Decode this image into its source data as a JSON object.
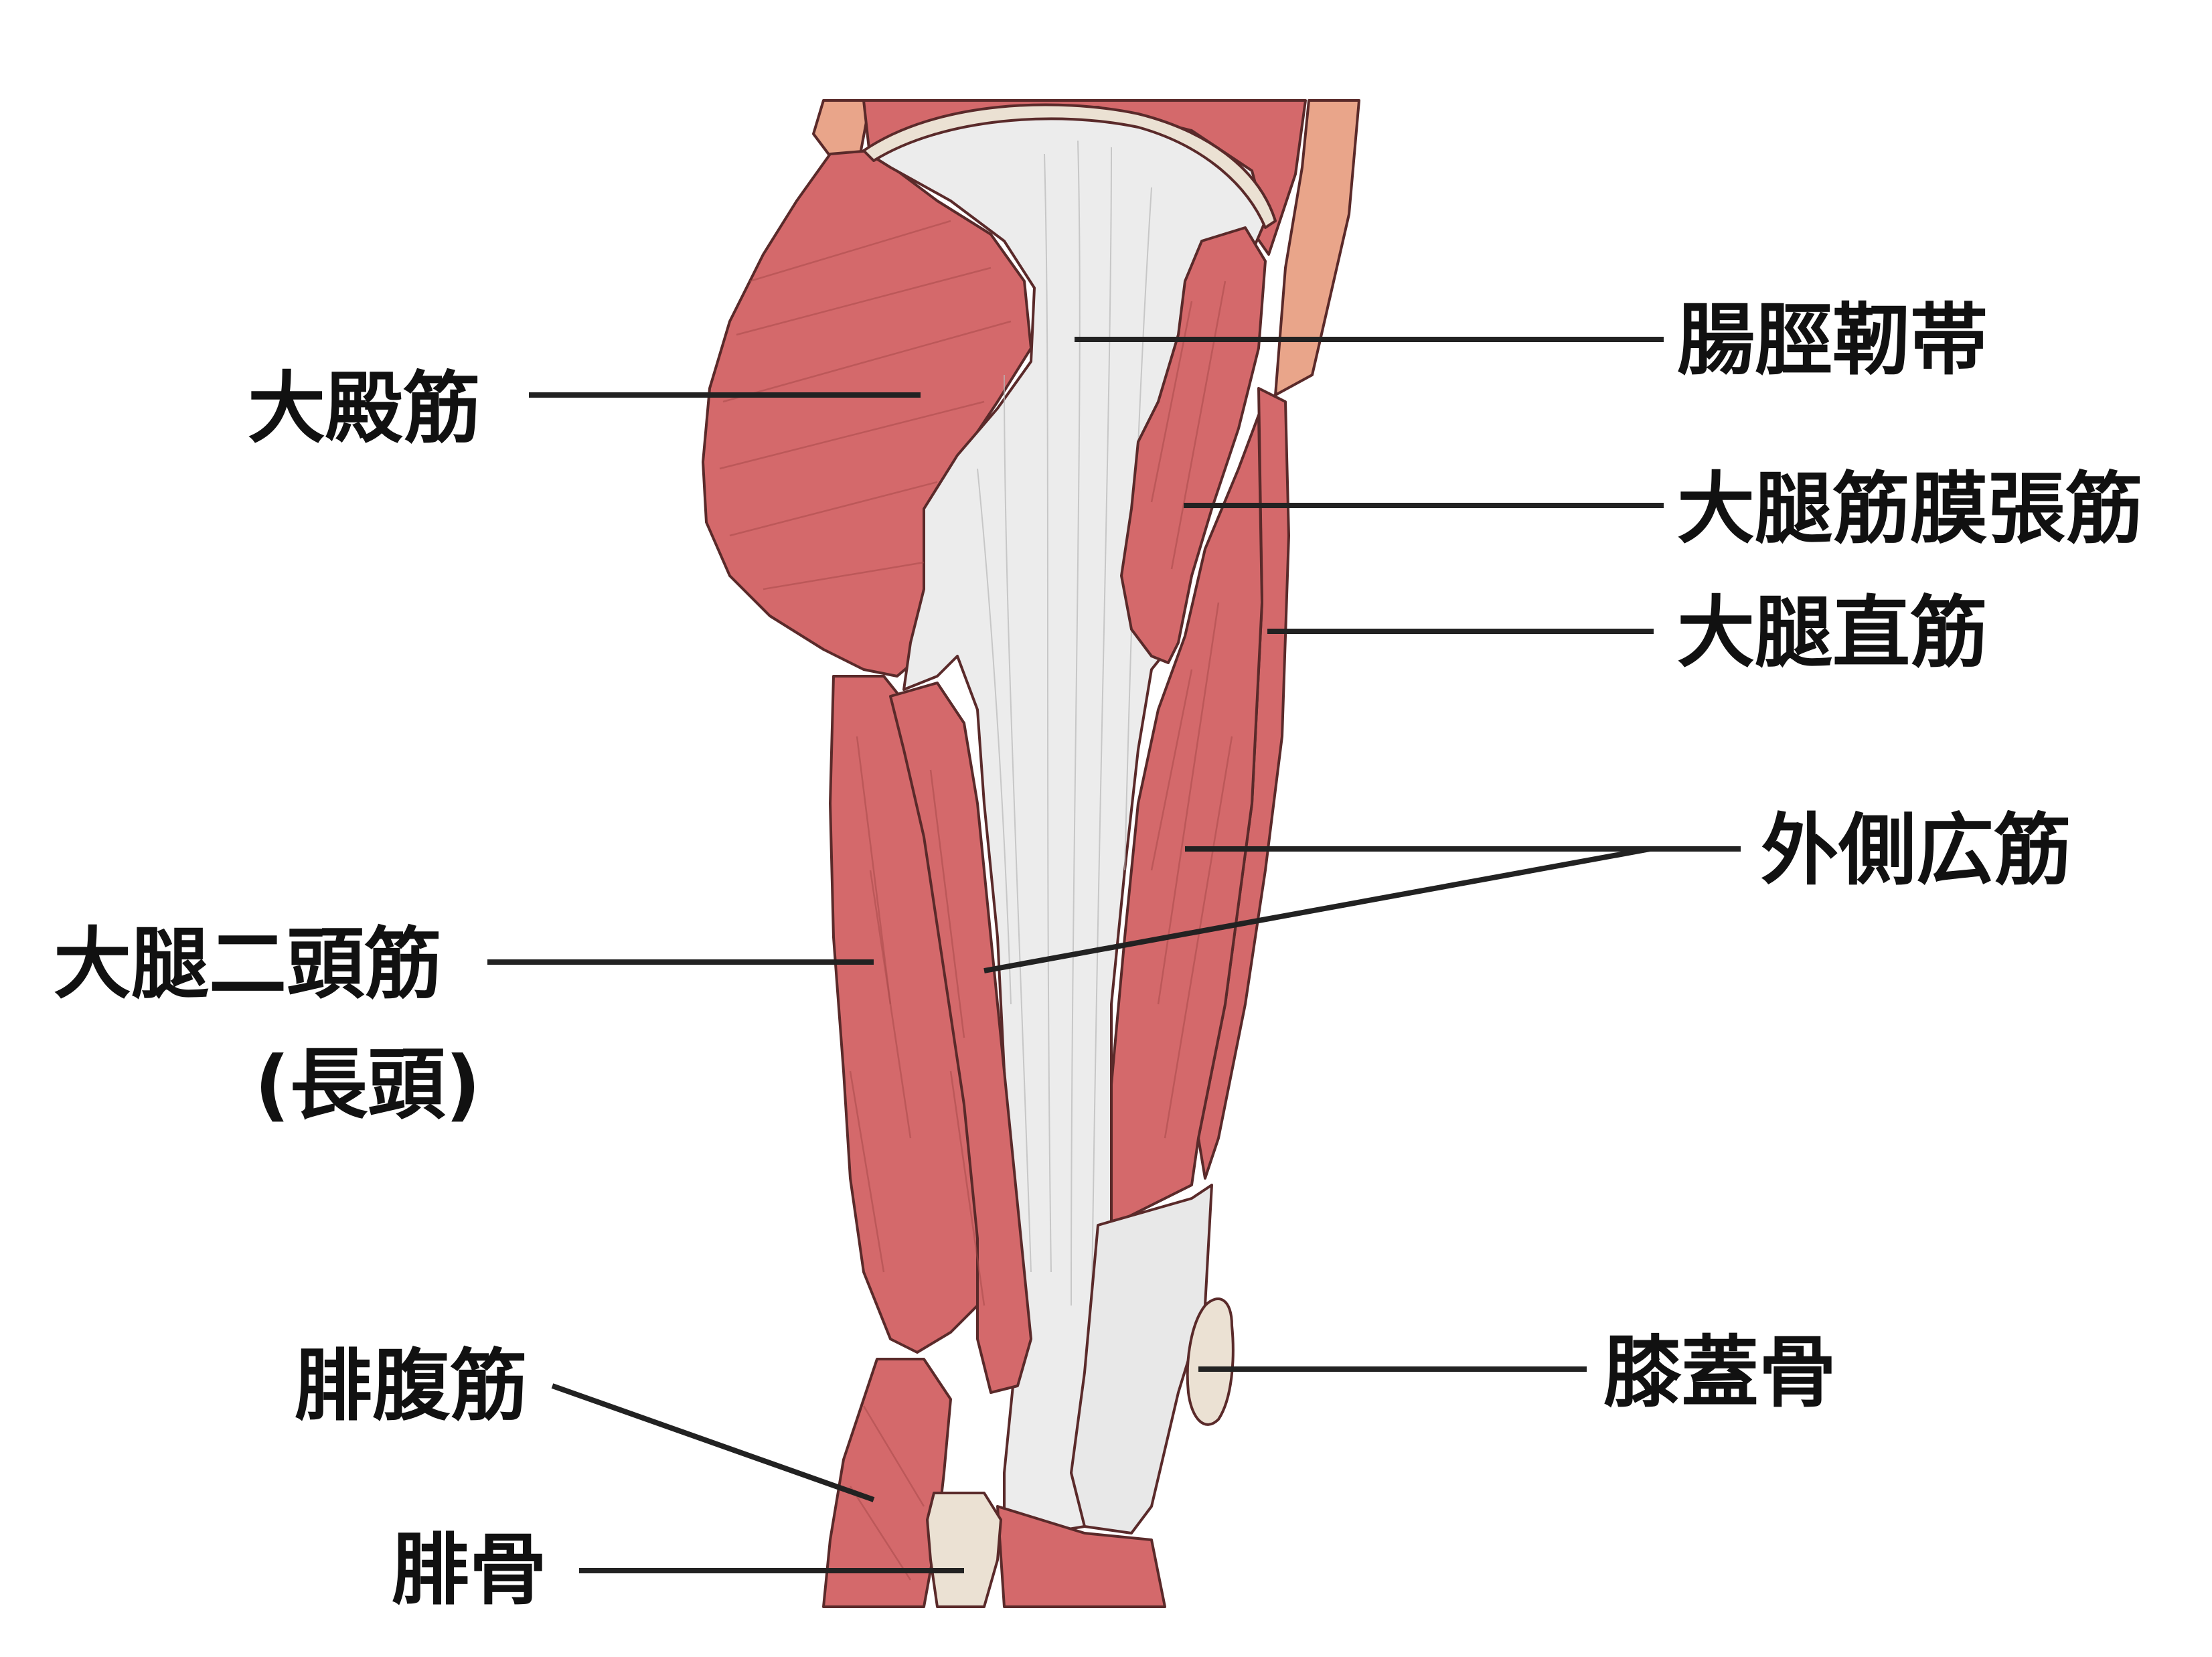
{
  "labels": {
    "gluteus_maximus": "大殿筋",
    "iliotibial_band": "腸脛靭帯",
    "tensor_fasciae_latae": "大腿筋膜張筋",
    "rectus_femoris": "大腿直筋",
    "vastus_lateralis": "外側広筋",
    "biceps_femoris": "大腿二頭筋",
    "biceps_femoris_sub": "(長頭)",
    "gastrocnemius": "腓腹筋",
    "fibula": "腓骨",
    "patella": "膝蓋骨"
  },
  "colors": {
    "muscle": "#d4696b",
    "muscle_outline": "#5a2a2a",
    "tendon": "#ececec",
    "skin": "#e9a58a",
    "bone": "#ebe1d3",
    "leader_line": "#222222",
    "text": "#111111"
  }
}
